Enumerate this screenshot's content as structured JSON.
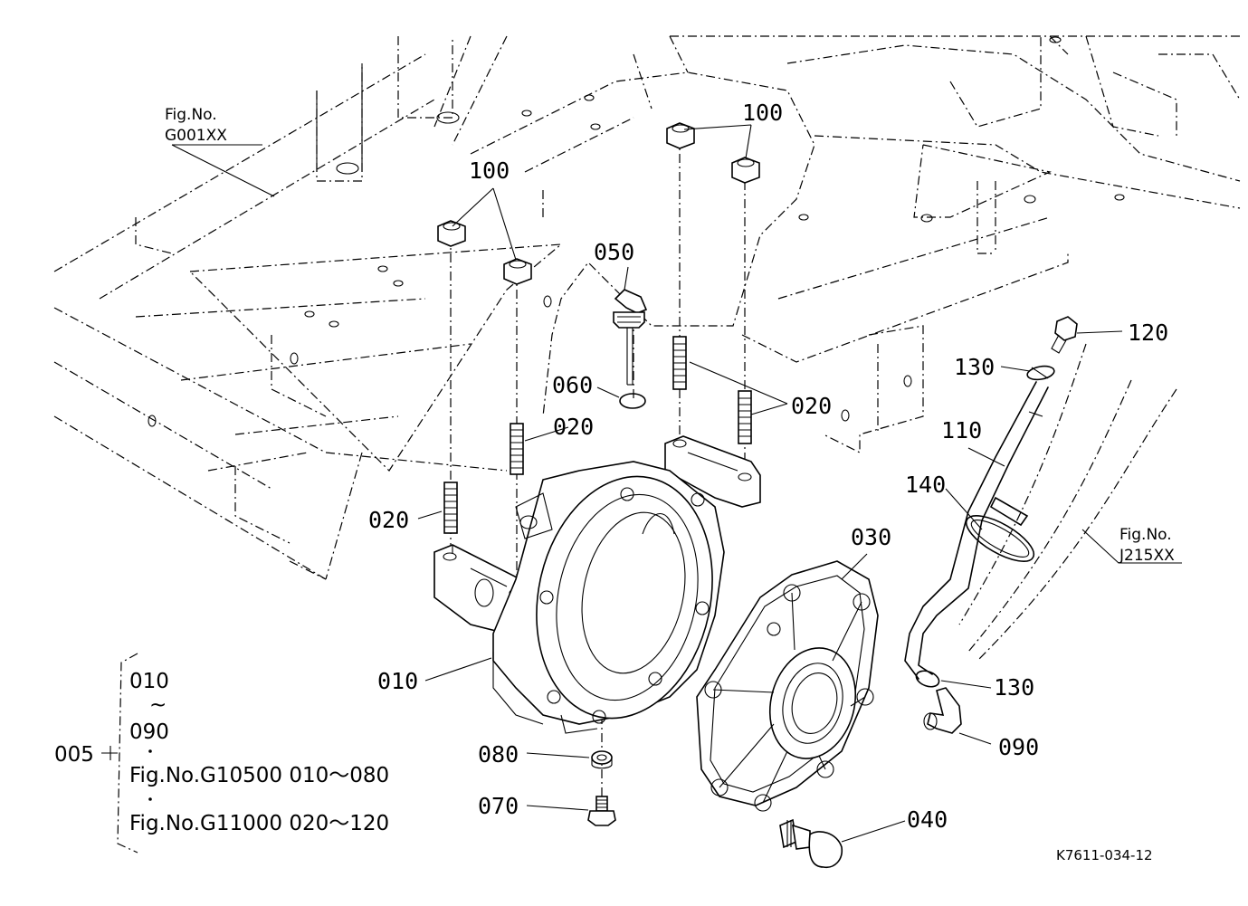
{
  "drawing_code": "K7611-034-12",
  "fig_refs": {
    "left": {
      "line1": "Fig.No.",
      "line2": "G001XX"
    },
    "right": {
      "line1": "Fig.No.",
      "line2": "J215XX"
    }
  },
  "part_labels": {
    "p100_left": "100",
    "p100_right": "100",
    "p050": "050",
    "p060": "060",
    "p020_center": "020",
    "p020_right": "020",
    "p020_left": "020",
    "p120": "120",
    "p130_top": "130",
    "p110": "110",
    "p140": "140",
    "p030": "030",
    "p010": "010",
    "p130_bottom": "130",
    "p090": "090",
    "p080": "080",
    "p070": "070",
    "p040": "040"
  },
  "legend": {
    "assembly": "005",
    "range_start": "010",
    "range_sep": "~",
    "range_end": "090",
    "ref1": "Fig.No.G10500  010～080",
    "ref2": "Fig.No.G11000  020～120"
  }
}
